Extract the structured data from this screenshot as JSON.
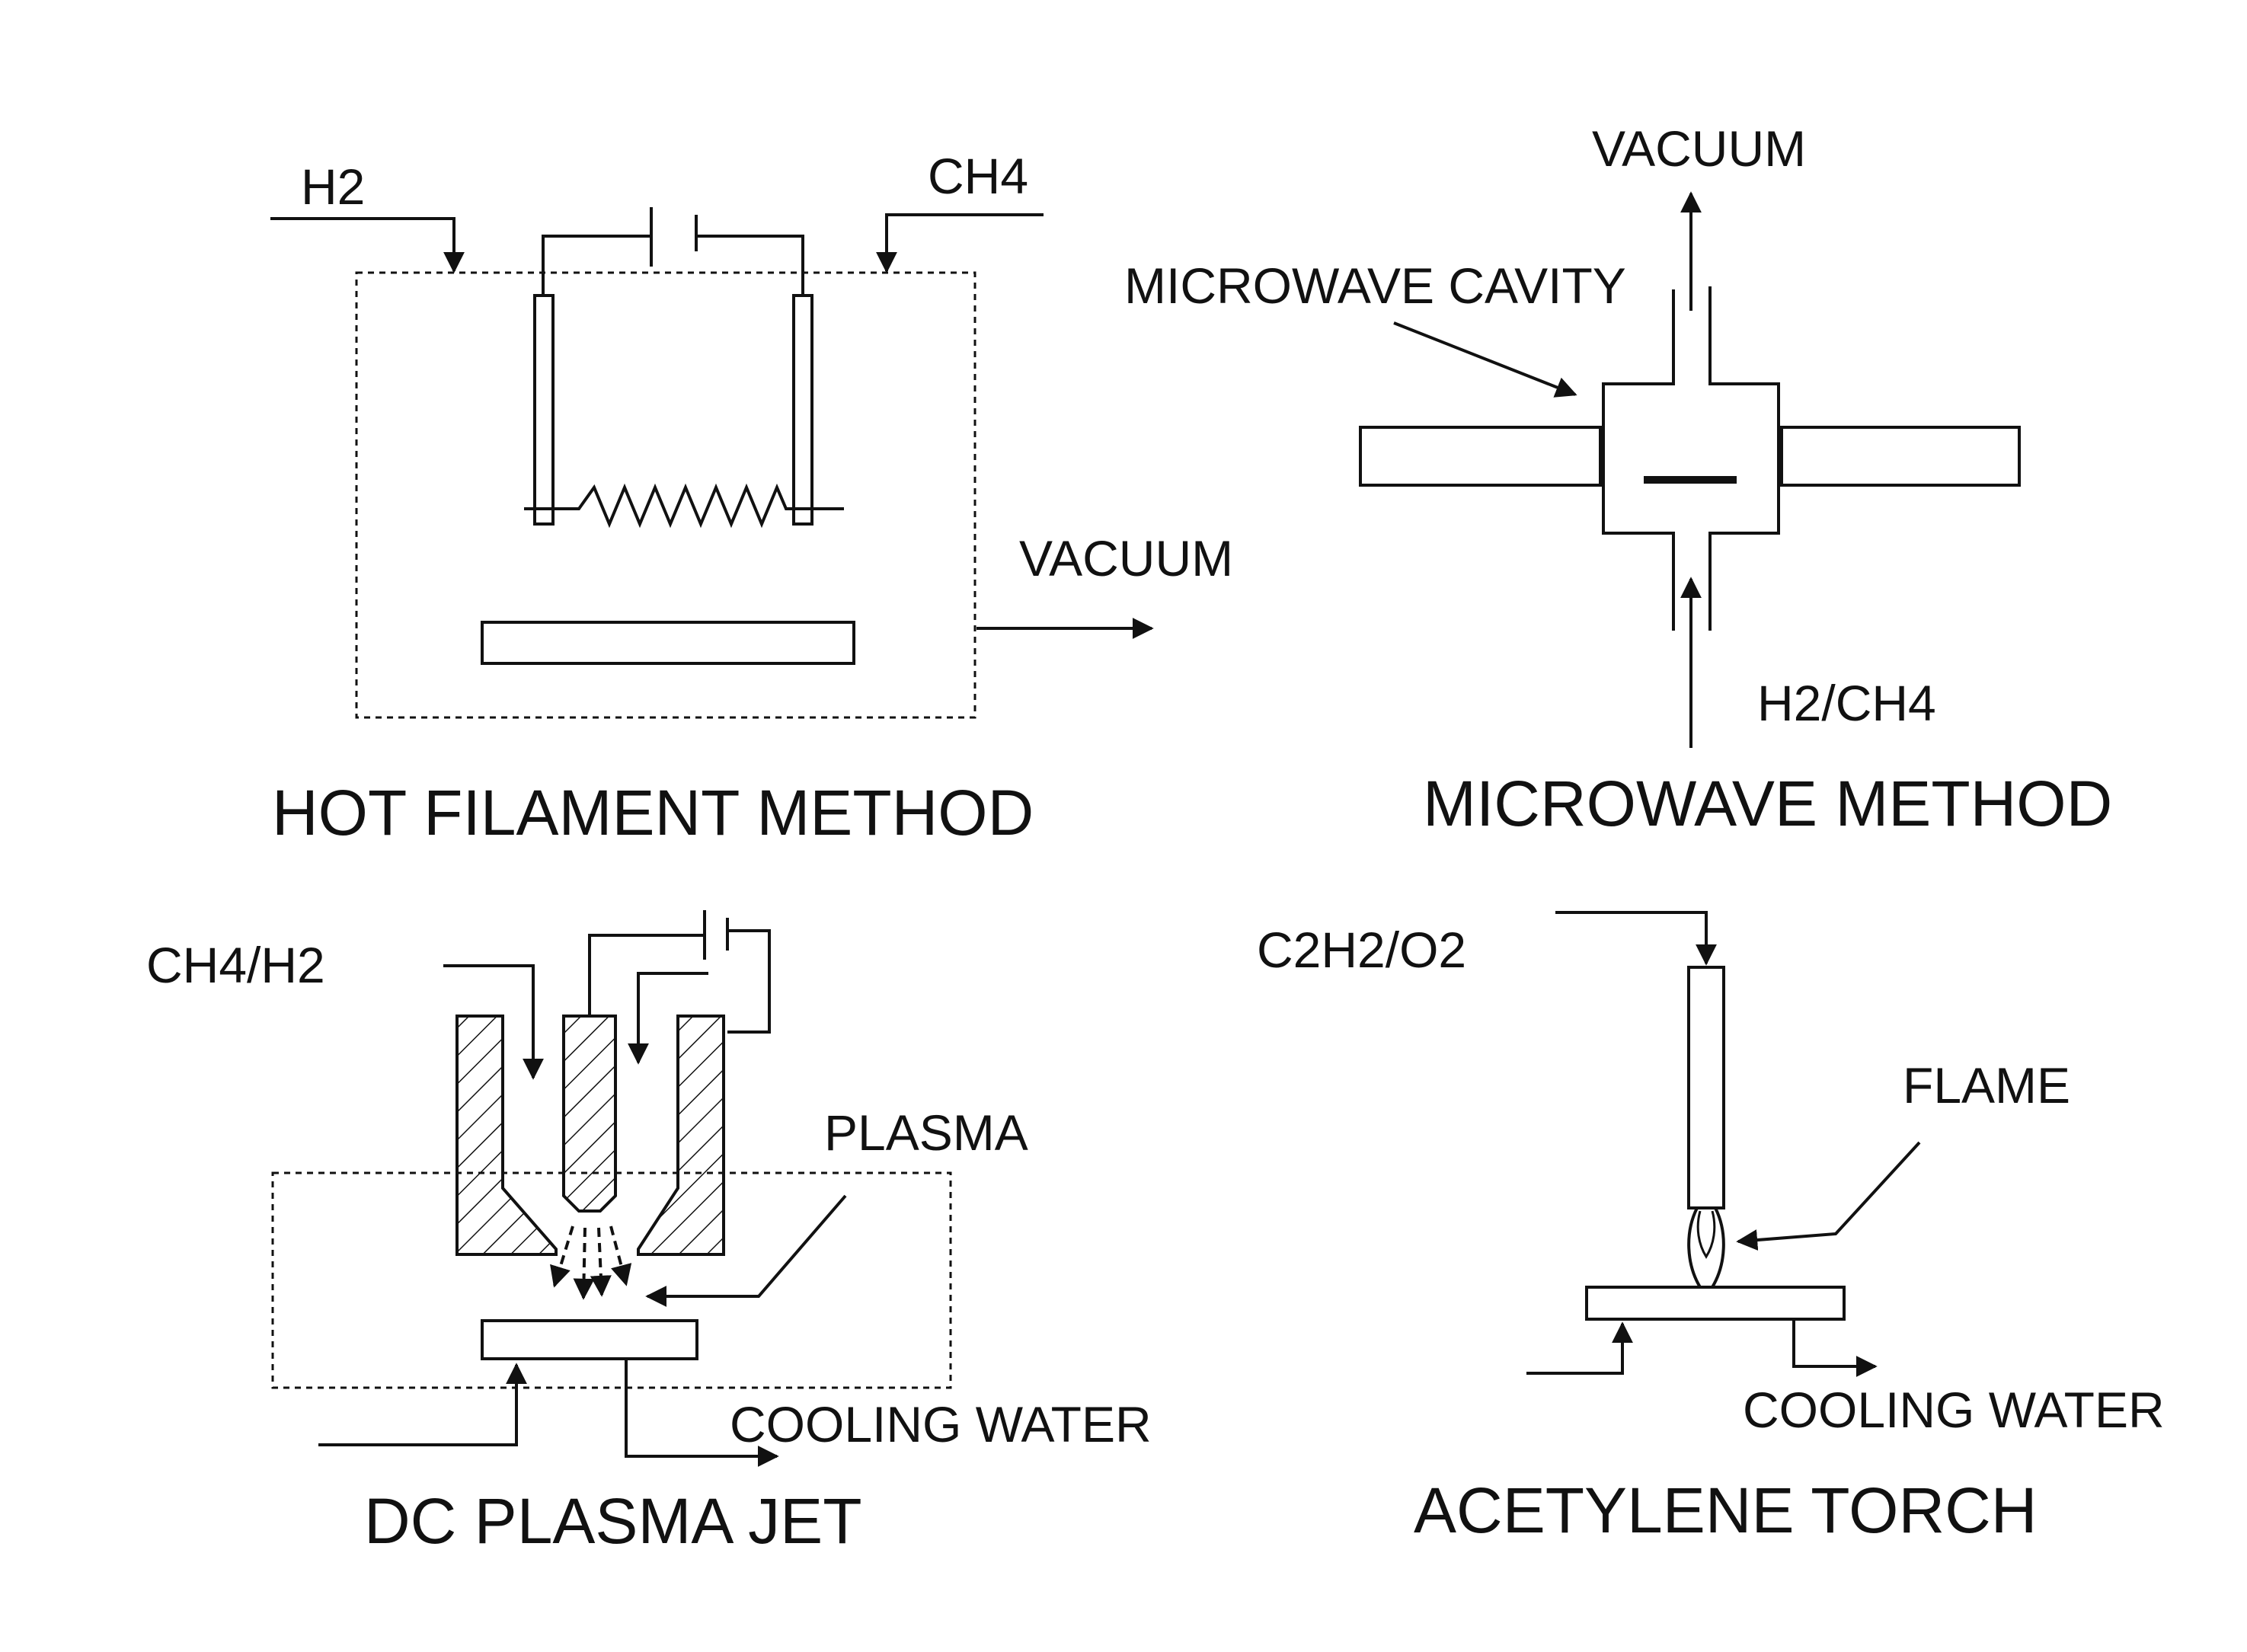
{
  "hot_filament": {
    "title": "HOT FILAMENT METHOD",
    "label_h2": "H2",
    "label_ch4": "CH4",
    "label_vacuum": "VACUUM"
  },
  "microwave": {
    "title": "MICROWAVE METHOD",
    "label_vacuum": "VACUUM",
    "label_cavity": "MICROWAVE CAVITY",
    "label_gas": "H2/CH4"
  },
  "dc_plasma": {
    "title": "DC PLASMA JET",
    "label_gas": "CH4/H2",
    "label_plasma": "PLASMA",
    "label_cooling": "COOLING WATER"
  },
  "acetylene": {
    "title": "ACETYLENE TORCH",
    "label_gas": "C2H2/O2",
    "label_flame": "FLAME",
    "label_cooling": "COOLING WATER"
  }
}
